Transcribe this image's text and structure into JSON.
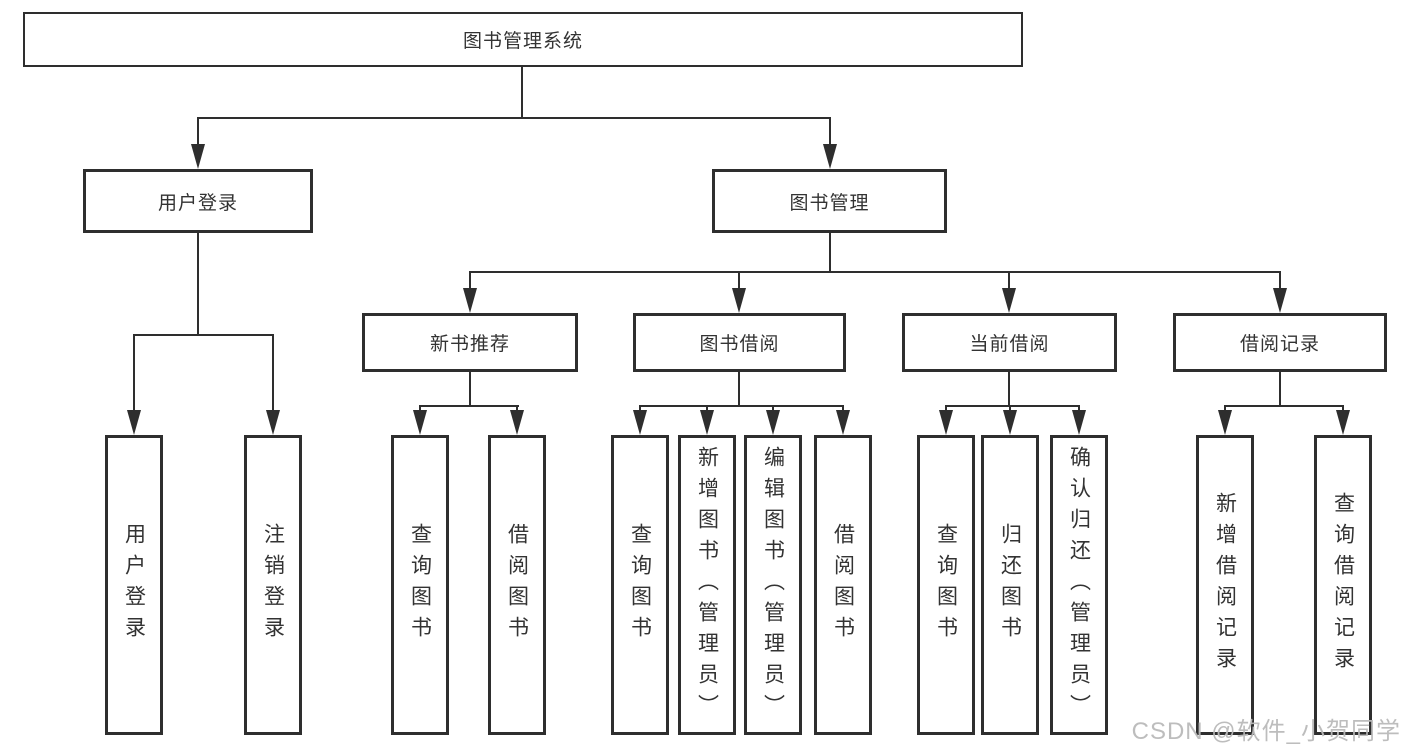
{
  "diagram_title": "图书管理系统",
  "tree": {
    "root": {
      "label": "图书管理系统",
      "children": [
        {
          "label": "用户登录",
          "children": [
            {
              "label": "用户登录"
            },
            {
              "label": "注销登录"
            }
          ]
        },
        {
          "label": "图书管理",
          "children": [
            {
              "label": "新书推荐",
              "children": [
                {
                  "label": "查询图书"
                },
                {
                  "label": "借阅图书"
                }
              ]
            },
            {
              "label": "图书借阅",
              "children": [
                {
                  "label": "查询图书"
                },
                {
                  "label": "新增图书（管理员）"
                },
                {
                  "label": "编辑图书（管理员）"
                },
                {
                  "label": "借阅图书"
                }
              ]
            },
            {
              "label": "当前借阅",
              "children": [
                {
                  "label": "查询图书"
                },
                {
                  "label": "归还图书"
                },
                {
                  "label": "确认归还（管理员）"
                }
              ]
            },
            {
              "label": "借阅记录",
              "children": [
                {
                  "label": "新增借阅记录"
                },
                {
                  "label": "查询借阅记录"
                }
              ]
            }
          ]
        }
      ]
    }
  },
  "watermark": {
    "text": "CSDN @软件_小贺同学"
  },
  "colors": {
    "line": "#2e2e2e",
    "text": "#333333",
    "background": "#ffffff",
    "watermark": "#b9b9b9"
  }
}
